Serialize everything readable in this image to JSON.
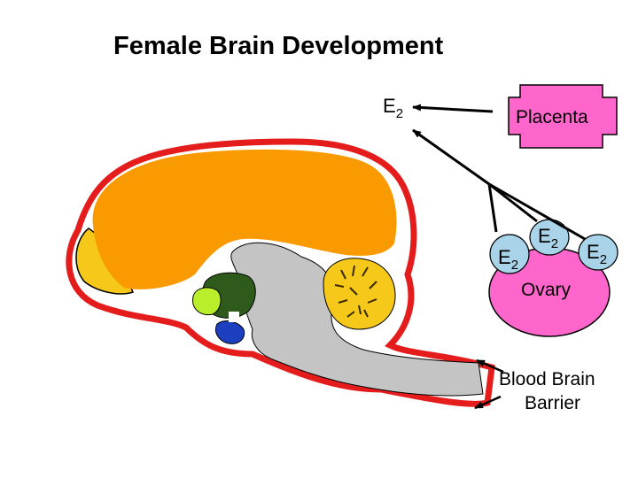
{
  "title": "Female Brain Development",
  "labels": {
    "e2_top": "E",
    "e2_top_sub": "2",
    "placenta": "Placenta",
    "ovary": "Ovary",
    "e2_left": "E",
    "e2_left_sub": "2",
    "e2_middle": "E",
    "e2_middle_sub": "2",
    "e2_right": "E",
    "e2_right_sub": "2",
    "barrier_line1": "Blood Brain",
    "barrier_line2": "Barrier"
  },
  "colors": {
    "cortex": "#f99a00",
    "olfactory_bulb": "#f6c81a",
    "cerebellum": "#f6c81a",
    "brainstem": "#c4c4c4",
    "barrier": "#e41c1c",
    "placenta": "#ff66cc",
    "ovary": "#ff66cc",
    "e2_bubble": "#a9d3e8",
    "hypothalamus": "#2e5a1c",
    "thalamic_nucleus": "#b8ef2a",
    "pituitary": "#1c3fbf"
  }
}
